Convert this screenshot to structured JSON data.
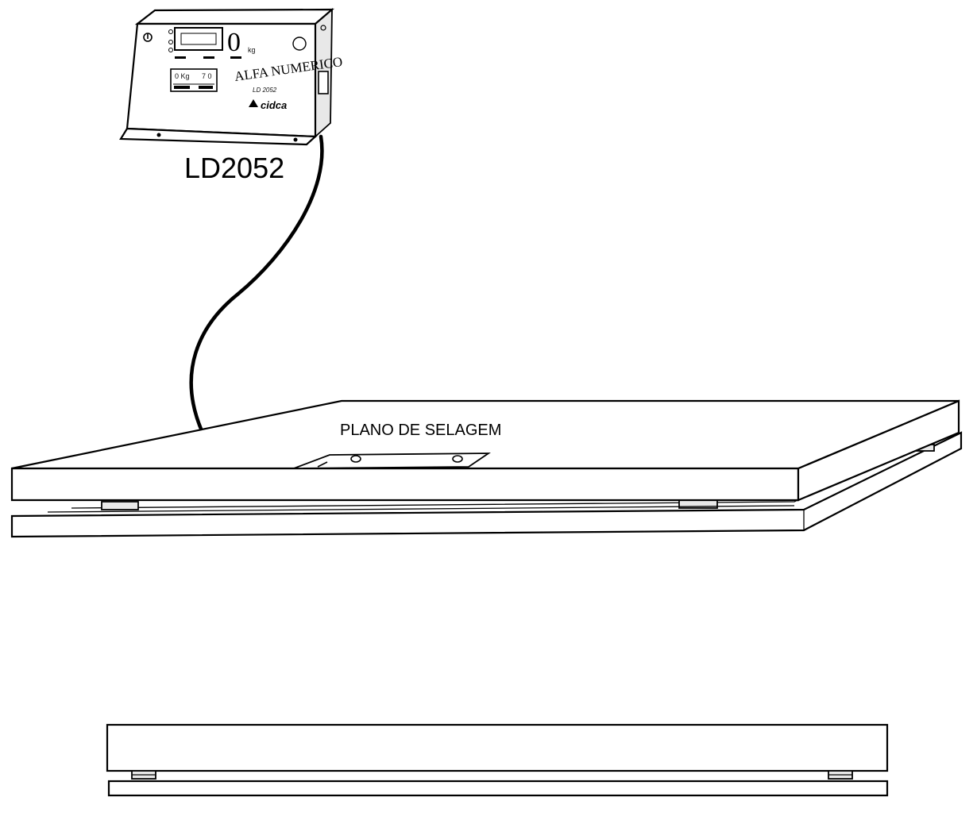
{
  "indicator": {
    "model_label": "LD2052",
    "display_value": "0",
    "display_unit": "kg",
    "brand_name": "ALFA NUMERICO",
    "brand_model": "LD 2052",
    "panel_line1_left": "0 Kg",
    "panel_line1_right": "7 0",
    "manufacturer": "cidca"
  },
  "platform": {
    "seal_plane_label": "PLANO DE SELAGEM"
  }
}
